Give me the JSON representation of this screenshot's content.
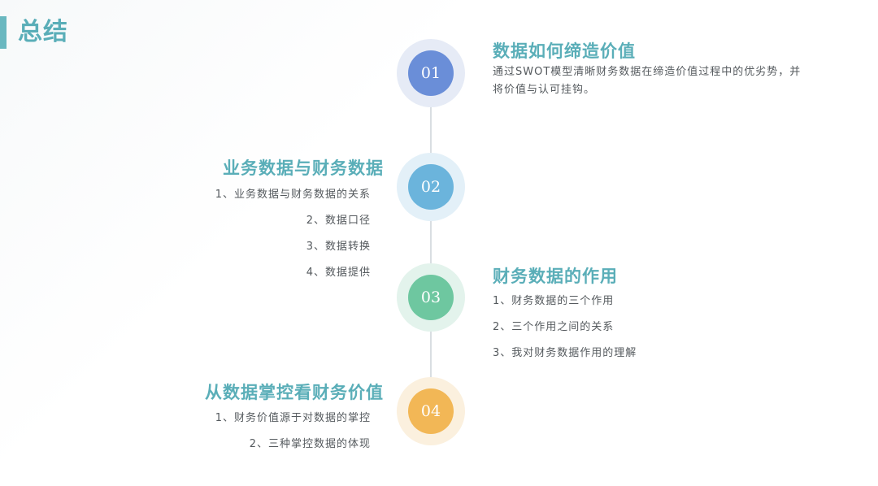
{
  "title": "总结",
  "steps": [
    {
      "number": "01",
      "heading": "数据如何缔造价值",
      "desc_line1": "通过SWOT模型清晰财务数据在缔造价值过程中的优劣势，并",
      "desc_line2": "将价值与认可挂钩。",
      "outer_color": "#e6ebf6",
      "inner_color": "#6a8ed8"
    },
    {
      "number": "02",
      "heading": "业务数据与财务数据",
      "items": [
        "1、业务数据与财务数据的关系",
        "2、数据口径",
        "3、数据转换",
        "4、数据提供"
      ],
      "outer_color": "#e3f0f8",
      "inner_color": "#6bb4dc"
    },
    {
      "number": "03",
      "heading": "财务数据的作用",
      "items": [
        "1、财务数据的三个作用",
        "2、三个作用之间的关系",
        "3、我对财务数据作用的理解"
      ],
      "outer_color": "#e3f3ec",
      "inner_color": "#6ec7a0"
    },
    {
      "number": "04",
      "heading": "从数据掌控看财务价值",
      "items": [
        "1、财务价值源于对数据的掌控",
        "2、三种掌控数据的体现"
      ],
      "outer_color": "#fbf0de",
      "inner_color": "#f2b756"
    }
  ]
}
